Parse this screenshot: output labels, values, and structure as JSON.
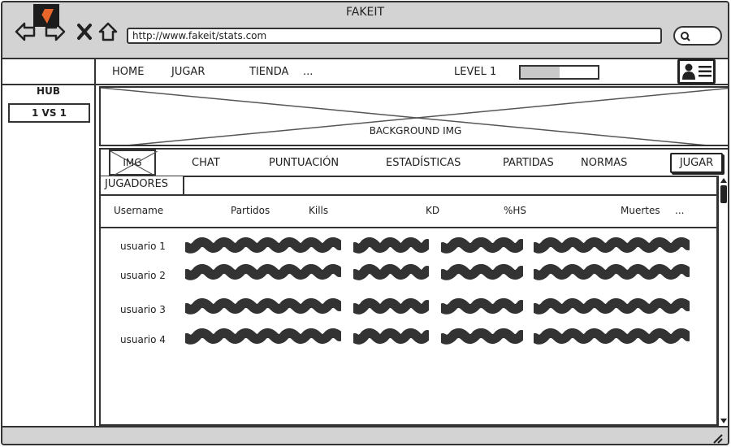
{
  "window": {
    "title": "FAKEIT"
  },
  "browser": {
    "url": "http://www.fakeit/stats.com"
  },
  "topnav": {
    "items": [
      "HOME",
      "JUGAR",
      "TIENDA",
      "..."
    ],
    "level_label": "LEVEL 1",
    "level_progress": 0.5
  },
  "sidebar": {
    "hub_label": "HUB",
    "mode_label": "1 VS 1"
  },
  "banner": {
    "label": "BACKGROUND IMG"
  },
  "subnav": {
    "img_label": "IMG",
    "items": [
      "CHAT",
      "PUNTUACIÓN",
      "ESTADÍSTICAS",
      "PARTIDAS",
      "NORMAS"
    ],
    "action_label": "JUGAR"
  },
  "table": {
    "tab_label": "JUGADORES",
    "columns": [
      "Username",
      "Partidos",
      "Kills",
      "KD",
      "%HS",
      "Muertes",
      "..."
    ],
    "rows": [
      "usuario 1",
      "usuario 2",
      "usuario 3",
      "usuario 4"
    ]
  }
}
